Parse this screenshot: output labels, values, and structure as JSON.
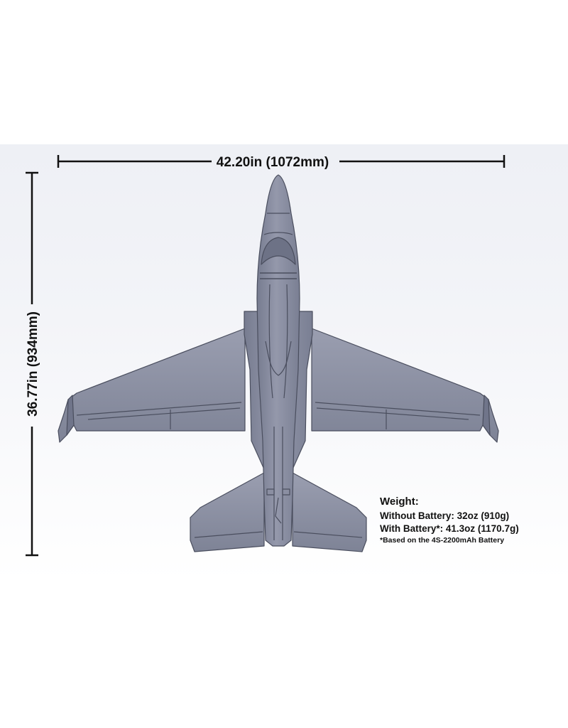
{
  "dimensions": {
    "wingspan_label": "42.20in (1072mm)",
    "length_label": "36.77in (934mm)"
  },
  "weight": {
    "title": "Weight:",
    "without_battery": "Without Battery: 32oz (910g)",
    "with_battery": "With Battery*: 41.3oz (1170.7g)",
    "footnote": "*Based on the 4S-2200mAh Battery"
  },
  "colors": {
    "aircraft_fill": "#8a8fa3",
    "aircraft_shade": "#6f7488",
    "panel_line": "#4a4e5e",
    "dimension_line": "#111111"
  }
}
